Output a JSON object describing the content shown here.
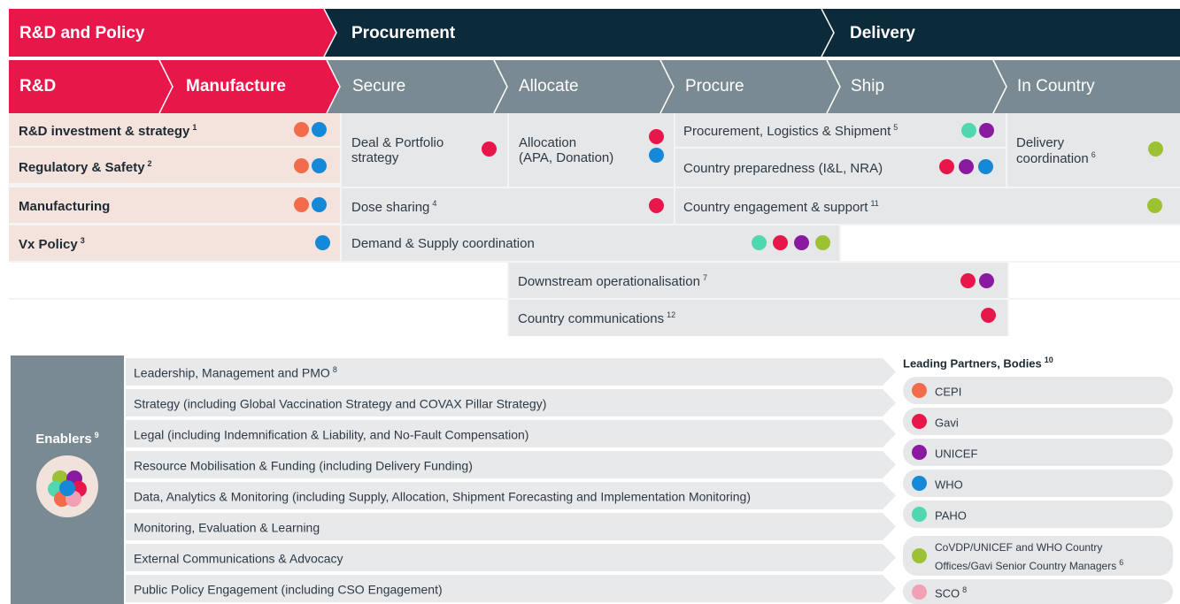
{
  "colors": {
    "cepi": "#f26b4a",
    "gavi": "#e8174a",
    "unicef": "#8a1ba0",
    "who": "#1588d8",
    "paho": "#4fd8b0",
    "country": "#9cc233",
    "sco": "#f2a0b5"
  },
  "stages": {
    "rd_policy": "R&D and Policy",
    "procurement": "Procurement",
    "delivery": "Delivery"
  },
  "steps": {
    "rd": "R&D",
    "manufacture": "Manufacture",
    "secure": "Secure",
    "allocate": "Allocate",
    "procure": "Procure",
    "ship": "Ship",
    "in_country": "In Country"
  },
  "rows": {
    "rd_investment": {
      "label": "R&D investment & strategy",
      "sup": "1",
      "dots": [
        "cepi",
        "who"
      ]
    },
    "regulatory": {
      "label": "Regulatory & Safety",
      "sup": "2",
      "dots": [
        "cepi",
        "who"
      ]
    },
    "manufacturing": {
      "label": "Manufacturing",
      "sup": "",
      "dots": [
        "cepi",
        "who"
      ]
    },
    "vx_policy": {
      "label": "Vx Policy",
      "sup": "3",
      "dots": [
        "who"
      ]
    },
    "deal_portfolio": {
      "line1": "Deal & Portfolio",
      "line2": "strategy",
      "dots": [
        "gavi"
      ]
    },
    "allocation": {
      "line1": "Allocation",
      "line2": "(APA, Donation)",
      "dots": [
        "gavi",
        "who"
      ]
    },
    "procurement_logistics": {
      "label": "Procurement, Logistics & Shipment",
      "sup": "5",
      "dots": [
        "paho",
        "unicef"
      ]
    },
    "country_preparedness": {
      "label": "Country preparedness (I&L, NRA)",
      "sup": "",
      "dots": [
        "gavi",
        "unicef",
        "who"
      ]
    },
    "delivery_coordination": {
      "line1": "Delivery",
      "line2": "coordination",
      "sup": "6",
      "dots": [
        "country"
      ]
    },
    "dose_sharing": {
      "label": "Dose sharing",
      "sup": "4",
      "dots": [
        "gavi"
      ]
    },
    "country_engagement": {
      "label": "Country engagement & support",
      "sup": "11",
      "dots": [
        "country"
      ]
    },
    "demand_supply": {
      "label": "Demand & Supply coordination",
      "sup": "",
      "dots": [
        "paho",
        "gavi",
        "unicef",
        "country"
      ]
    },
    "downstream": {
      "label": "Downstream operationalisation",
      "sup": "7",
      "dots": [
        "gavi",
        "unicef"
      ]
    },
    "country_comms": {
      "label": "Country communications",
      "sup": "12",
      "dots": [
        "gavi"
      ]
    }
  },
  "enablers": {
    "title": "Enablers",
    "sup": "9",
    "items": [
      {
        "label": "Leadership, Management and PMO",
        "sup": "8"
      },
      {
        "label": "Strategy (including Global Vaccination Strategy and COVAX Pillar Strategy)",
        "sup": ""
      },
      {
        "label": "Legal (including Indemnification & Liability, and No-Fault Compensation)",
        "sup": ""
      },
      {
        "label": "Resource Mobilisation & Funding (including Delivery Funding)",
        "sup": ""
      },
      {
        "label": "Data, Analytics & Monitoring (including Supply, Allocation, Shipment Forecasting and Implementation Monitoring)",
        "sup": ""
      },
      {
        "label": "Monitoring, Evaluation & Learning",
        "sup": ""
      },
      {
        "label": "External Communications & Advocacy",
        "sup": ""
      },
      {
        "label": "Public Policy Engagement (including CSO Engagement)",
        "sup": ""
      }
    ]
  },
  "legend": {
    "title": "Leading Partners, Bodies",
    "sup": "10",
    "items": [
      {
        "key": "cepi",
        "label": "CEPI",
        "sup": ""
      },
      {
        "key": "gavi",
        "label": "Gavi",
        "sup": ""
      },
      {
        "key": "unicef",
        "label": "UNICEF",
        "sup": ""
      },
      {
        "key": "who",
        "label": "WHO",
        "sup": ""
      },
      {
        "key": "paho",
        "label": "PAHO",
        "sup": ""
      },
      {
        "key": "country",
        "label": "CoVDP/UNICEF and WHO Country",
        "label2": "Offices/Gavi Senior Country Managers",
        "sup": "6"
      },
      {
        "key": "sco",
        "label": "SCO",
        "sup": "8"
      }
    ]
  }
}
